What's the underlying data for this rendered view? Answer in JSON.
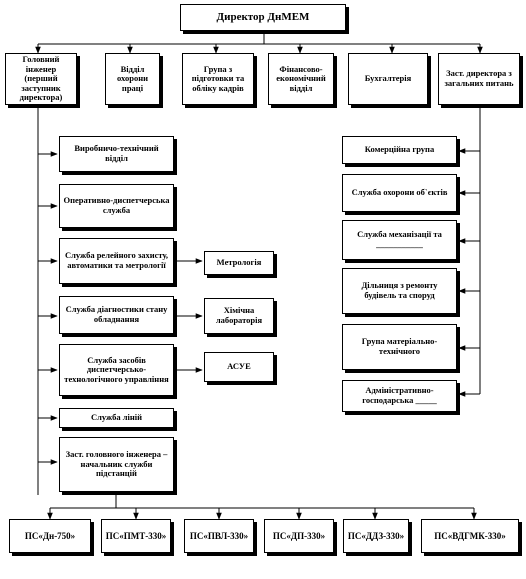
{
  "director": "Директор ДнМЕМ",
  "top_row": [
    {
      "id": "chief-engineer",
      "label": "Головний інженер (перший заступник директора)"
    },
    {
      "id": "security-dept",
      "label": "Відділ охорони праці"
    },
    {
      "id": "training-group",
      "label": "Група з підготовки та обліку кадрів"
    },
    {
      "id": "finance-dept",
      "label": "Фінансово-економічний відділ"
    },
    {
      "id": "accounting",
      "label": "Бухгалтерія"
    },
    {
      "id": "deputy-director",
      "label": "Заст. директора з загальних питань"
    }
  ],
  "left_column": [
    {
      "id": "production-dept",
      "label": "Виробничо-технічний відділ"
    },
    {
      "id": "dispatch-service",
      "label": "Оперативно-диспетчерська служба"
    },
    {
      "id": "relay-service",
      "label": "Служба релейного захисту, автоматики та метрології"
    },
    {
      "id": "diagnostics-service",
      "label": "Служба діагностики стану обладнання"
    },
    {
      "id": "dispatch-control-service",
      "label": "Служба засобів диспетчерсько-технологічного управління"
    },
    {
      "id": "lines-service",
      "label": "Служба ліній"
    },
    {
      "id": "substations-head",
      "label": "Заст. головного інженера – начальник служби підстанцій"
    }
  ],
  "left_sub": [
    {
      "id": "metrology",
      "label": "Метрологія"
    },
    {
      "id": "chem-lab",
      "label": "Хімічна лабораторія"
    },
    {
      "id": "asue",
      "label": "АСУЕ"
    }
  ],
  "right_column": [
    {
      "id": "commercial-group",
      "label": "Комерційна група"
    },
    {
      "id": "object-security",
      "label": "Служба охорони об`єктів"
    },
    {
      "id": "mechanization",
      "label": "Служба механізації та ___________"
    },
    {
      "id": "building-repair",
      "label": "Дільниця з ремонту будівель та споруд"
    },
    {
      "id": "supply-group",
      "label": "Група матеріально-технічного"
    },
    {
      "id": "admin-household",
      "label": "Адміністративно-господарська _____"
    }
  ],
  "substations": [
    {
      "id": "ps-dn750",
      "label": "ПС«Дн-750»"
    },
    {
      "id": "ps-pmt",
      "label": "ПС«ПМТ-330»"
    },
    {
      "id": "ps-pvl",
      "label": "ПС«ПВЛ-330»"
    },
    {
      "id": "ps-dp",
      "label": "ПС«ДП-330»"
    },
    {
      "id": "ps-ddz",
      "label": "ПС«ДДЗ-330»"
    },
    {
      "id": "ps-vdgmk",
      "label": "ПС«ВДГМК-330»"
    }
  ]
}
